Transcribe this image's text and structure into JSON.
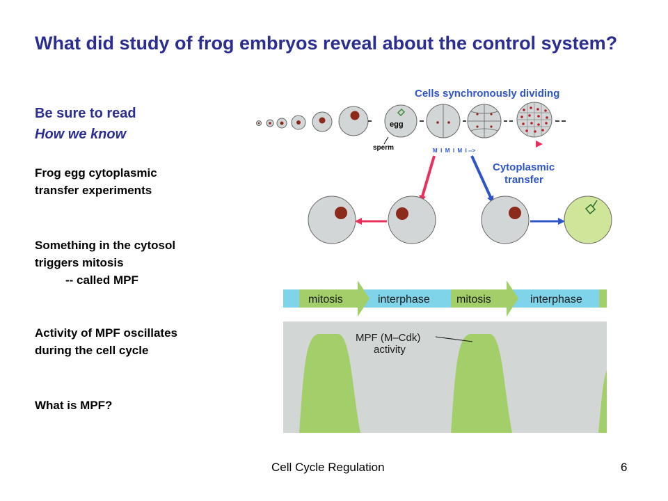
{
  "slide": {
    "title": "What did study of frog embryos reveal about the control system?",
    "read_note": {
      "line1": "Be sure to read",
      "line2": "How we know"
    },
    "points": [
      {
        "lines": [
          "Frog egg cytoplasmic",
          "transfer experiments"
        ]
      },
      {
        "lines": [
          "Something in the cytosol",
          "triggers mitosis"
        ],
        "sub": "-- called MPF"
      },
      {
        "lines": [
          "Activity of MPF oscillates",
          "during the cell cycle"
        ]
      },
      {
        "lines": [
          "What is MPF?"
        ]
      }
    ],
    "footer": {
      "left": "Cell Cycle Regulation",
      "page": "6"
    }
  },
  "figure_top": {
    "heading": "Cells synchronously dividing",
    "egg_label": "egg",
    "sperm_label": "sperm",
    "phase_sequence": "M  I  M  I  M  I -->",
    "transfer_label_1": "Cytoplasmic",
    "transfer_label_2": "transfer"
  },
  "figure_bottom": {
    "phases": [
      "mitosis",
      "interphase",
      "mitosis",
      "interphase"
    ],
    "activity_label_1": "MPF (M–Cdk)",
    "activity_label_2": "activity"
  },
  "colors": {
    "title": "#2b2d8f",
    "cell_fill": "#d3d6d6",
    "nucleus": "#8c2a1c",
    "arrow_red": "#e8305a",
    "arrow_blue": "#2d55c8",
    "phase_bar": "#7fd4ea",
    "mitosis_green": "#a3cf6a",
    "activity_bg": "#d2d6d5"
  }
}
